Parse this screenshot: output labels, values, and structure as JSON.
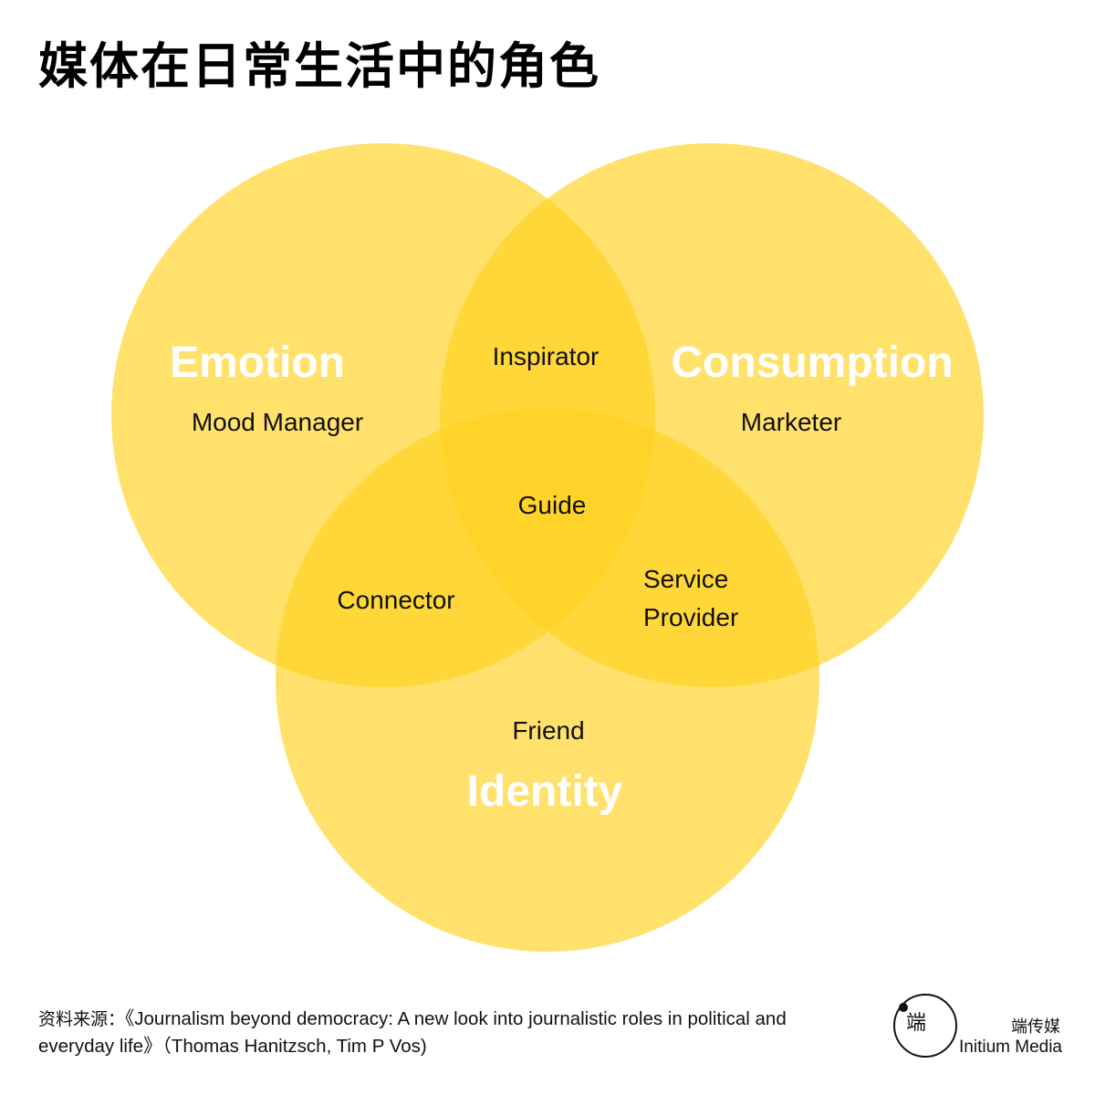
{
  "title": "媒体在日常生活中的角色",
  "colors": {
    "circle_fill": "#FFD21F",
    "big_label": "#FFFFFF",
    "role_label": "#111111"
  },
  "circles": [
    {
      "name": "Emotion"
    },
    {
      "name": "Consumption"
    },
    {
      "name": "Identity"
    }
  ],
  "roles": {
    "emotion_only": [
      "Mood Manager"
    ],
    "consumption_only": [
      "Marketer"
    ],
    "identity_only": [
      "Friend"
    ],
    "emotion_consumption": [
      "Inspirator"
    ],
    "emotion_identity": [
      "Connector"
    ],
    "consumption_identity": [
      "Service",
      "Provider"
    ],
    "center": [
      "Guide"
    ]
  },
  "source": {
    "label": "资料来源：",
    "text": "《Journalism beyond democracy: A new look into journalistic roles in political and everyday life》（Thomas Hanitzsch, Tim P Vos)"
  },
  "brand": {
    "name_cn": "端传媒",
    "name_en": "Initium Media",
    "logo_glyphs": "端"
  }
}
